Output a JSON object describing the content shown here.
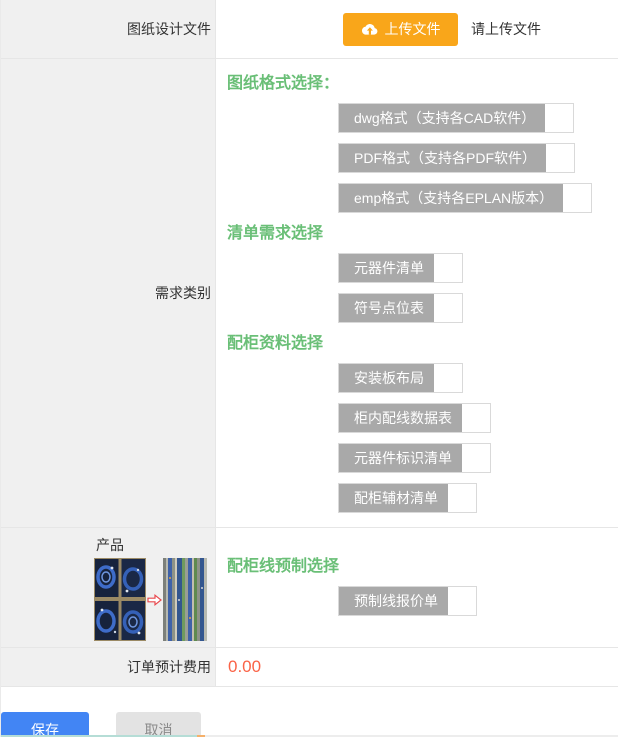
{
  "rows": {
    "design_file": {
      "label": "图纸设计文件",
      "upload_button": "上传文件",
      "hint": "请上传文件"
    },
    "category": {
      "label": "需求类别"
    },
    "product": {
      "label": "产品"
    },
    "cost": {
      "label": "订单预计费用",
      "value": "0.00"
    }
  },
  "sections": [
    {
      "heading": "图纸格式选择：",
      "options": [
        "dwg格式（支持各CAD软件）",
        "PDF格式（支持各PDF软件）",
        "emp格式（支持各EPLAN版本）"
      ]
    },
    {
      "heading": "清单需求选择",
      "options": [
        "元器件清单",
        "符号点位表"
      ]
    },
    {
      "heading": "配柜资料选择",
      "options": [
        "安装板布局",
        "柜内配线数据表",
        "元器件标识清单",
        "配柜辅材清单"
      ]
    },
    {
      "heading": "配柜线预制选择",
      "options": [
        "预制线报价单"
      ]
    }
  ],
  "buttons": {
    "save": "保存",
    "cancel": "取消"
  },
  "icons": {
    "upload_button": "cloud-upload-icon",
    "product_arrow": "red-arrow-right-icon"
  },
  "colors": {
    "heading_green": "#6abf77",
    "upload_button_orange": "#f9a61a",
    "price_orange": "#fa6347",
    "option_label_gray": "#a9a9a9",
    "save_button_blue": "#4285f4",
    "cancel_button_gray": "#e3e3e3",
    "left_column_gray": "#f0f0f0"
  }
}
